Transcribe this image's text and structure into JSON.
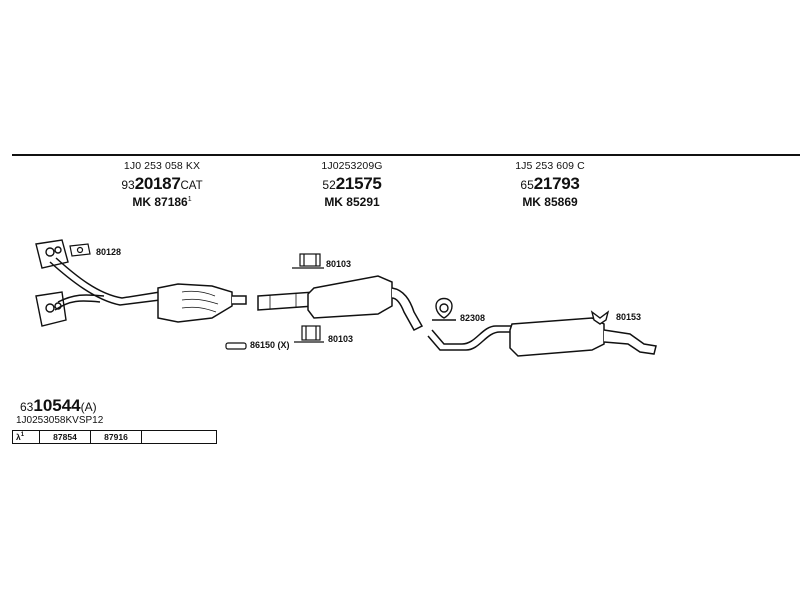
{
  "columns": [
    {
      "oe": "1J0 253 058 KX",
      "prefix": "93",
      "main": "20187",
      "suffix": "CAT",
      "mk": "MK 87186",
      "mk_mark": "1"
    },
    {
      "oe": "1J0253209G",
      "prefix": "52",
      "main": "21575",
      "suffix": "",
      "mk": "MK 85291",
      "mk_mark": ""
    },
    {
      "oe": "1J5 253 609 C",
      "prefix": "65",
      "main": "21793",
      "suffix": "",
      "mk": "MK 85869",
      "mk_mark": ""
    }
  ],
  "labels": {
    "gasket": "80128",
    "clamp_upper": "80103",
    "clamp_lower": "80103",
    "sealing": "86150 (X)",
    "rubber_ring": "82308",
    "hanger": "80153"
  },
  "set": {
    "prefix": "63",
    "main": "10544",
    "suffix": "(A)",
    "ref": "1J0253058KVSP12"
  },
  "ref_table": {
    "lambda": "λ",
    "lambda_mark": "1",
    "cells": [
      "87854",
      "87916",
      ""
    ]
  }
}
